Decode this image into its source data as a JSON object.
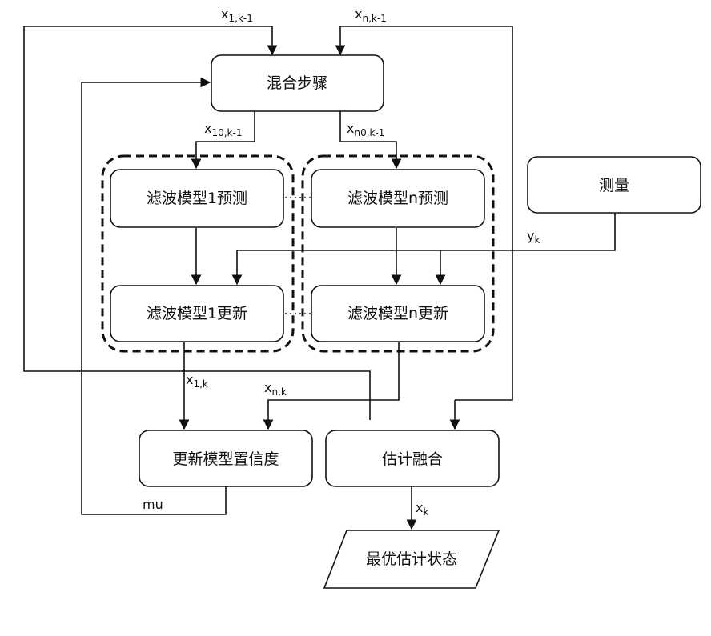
{
  "nodes": {
    "mix": "混合步骤",
    "predict1": "滤波模型1预测",
    "predictn": "滤波模型n预测",
    "measure": "测量",
    "update1": "滤波模型1更新",
    "updaten": "滤波模型n更新",
    "confidence": "更新模型置信度",
    "fusion": "估计融合",
    "output": "最优估计状态"
  },
  "edge_labels": {
    "x1_prev": {
      "main": "x",
      "sub": "1,k-1"
    },
    "xn_prev": {
      "main": "x",
      "sub": "n,k-1"
    },
    "x10": {
      "main": "x",
      "sub": "10,k-1"
    },
    "xn0": {
      "main": "x",
      "sub": "n0,k-1"
    },
    "yk": {
      "main": "y",
      "sub": "k"
    },
    "x1k": {
      "main": "x",
      "sub": "1,k"
    },
    "xnk": {
      "main": "x",
      "sub": "n,k"
    },
    "xk": {
      "main": "x",
      "sub": "k"
    },
    "mu": {
      "main": "mu",
      "sub": ""
    }
  }
}
